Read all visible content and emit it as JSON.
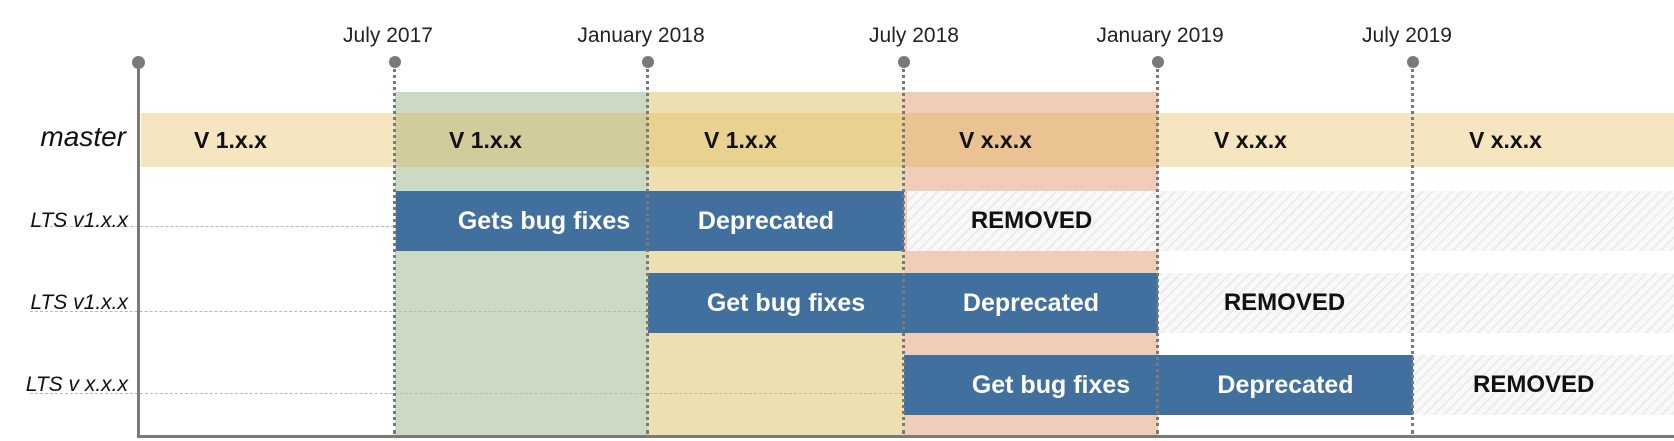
{
  "timeline": {
    "ticks": [
      "July 2017",
      "January 2018",
      "July 2018",
      "January 2019",
      "July 2019"
    ]
  },
  "rows": {
    "master": {
      "label": "master",
      "versions": [
        "V 1.x.x",
        "V 1.x.x",
        "V 1.x.x",
        "V x.x.x",
        "V x.x.x",
        "V x.x.x"
      ]
    },
    "lts1": {
      "label": "LTS v1.x.x",
      "bug_fixes": "Gets bug fixes",
      "deprecated": "Deprecated",
      "removed": "REMOVED"
    },
    "lts2": {
      "label": "LTS v1.x.x",
      "bug_fixes": "Get bug fixes",
      "deprecated": "Deprecated",
      "removed": "REMOVED"
    },
    "lts3": {
      "label": "LTS v x.x.x",
      "bug_fixes": "Get bug fixes",
      "deprecated": "Deprecated",
      "removed": "REMOVED"
    }
  },
  "colors": {
    "bar": "#41709f",
    "master_band": "#f5e6c0",
    "period_green": "#ccdac4",
    "period_yellow": "#eedfb0",
    "period_peach": "#efcdb8",
    "axis": "#7a7a7a"
  }
}
